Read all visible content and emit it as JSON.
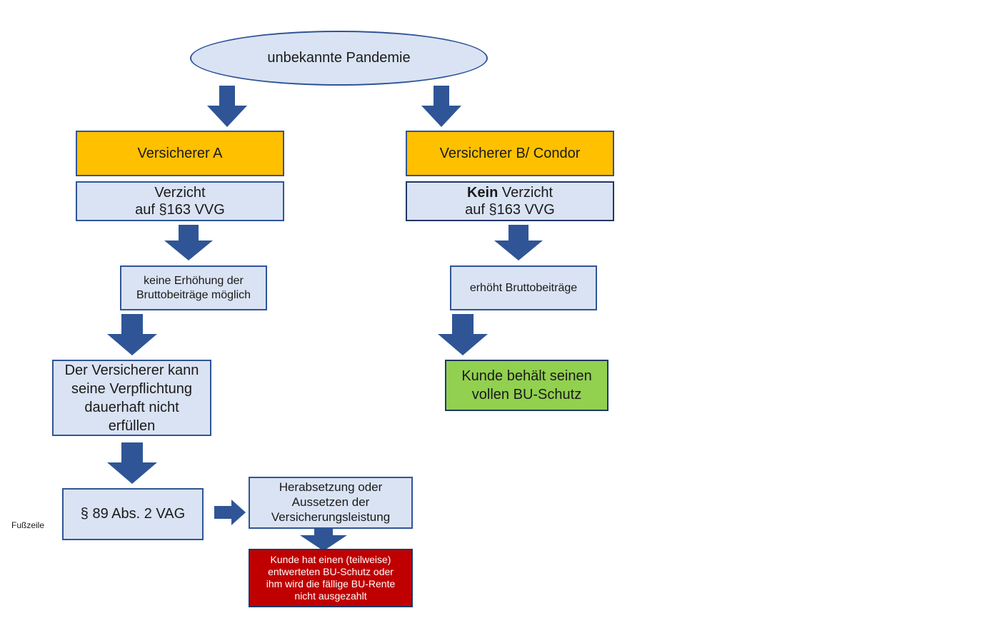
{
  "diagram": {
    "top": {
      "label": "unbekannte Pandemie"
    },
    "left": {
      "insurer": "Versicherer A",
      "waiver_line1": "Verzicht",
      "waiver_line2": "auf §163 VVG",
      "no_increase_line1": "keine Erhöhung der",
      "no_increase_line2": "Bruttobeiträge möglich",
      "cannot_fulfill_line1": "Der Versicherer kann",
      "cannot_fulfill_line2": "seine Verpflichtung",
      "cannot_fulfill_line3": "dauerhaft nicht",
      "cannot_fulfill_line4": "erfüllen",
      "law": "§ 89 Abs. 2 VAG",
      "reduction_line1": "Herabsetzung oder",
      "reduction_line2": "Aussetzen der",
      "reduction_line3": "Versicherungsleistung",
      "outcome_line1": "Kunde hat einen (teilweise)",
      "outcome_line2": "entwerteten BU-Schutz oder",
      "outcome_line3": "ihm wird die fällige BU-Rente",
      "outcome_line4": "nicht ausgezahlt"
    },
    "right": {
      "insurer": "Versicherer B/ Condor",
      "waiver_bold": "Kein",
      "waiver_rest": " Verzicht",
      "waiver_line2": "auf §163 VVG",
      "increase": "erhöht Bruttobeiträge",
      "outcome_line1": "Kunde behält seinen",
      "outcome_line2": "vollen BU-Schutz"
    }
  },
  "footer": {
    "label": "Fußzeile"
  },
  "colors": {
    "arrow": "#2f5597",
    "light_box": "#dae3f3",
    "orange_box": "#ffc000",
    "green_box": "#92d050",
    "red_box": "#c00000"
  }
}
